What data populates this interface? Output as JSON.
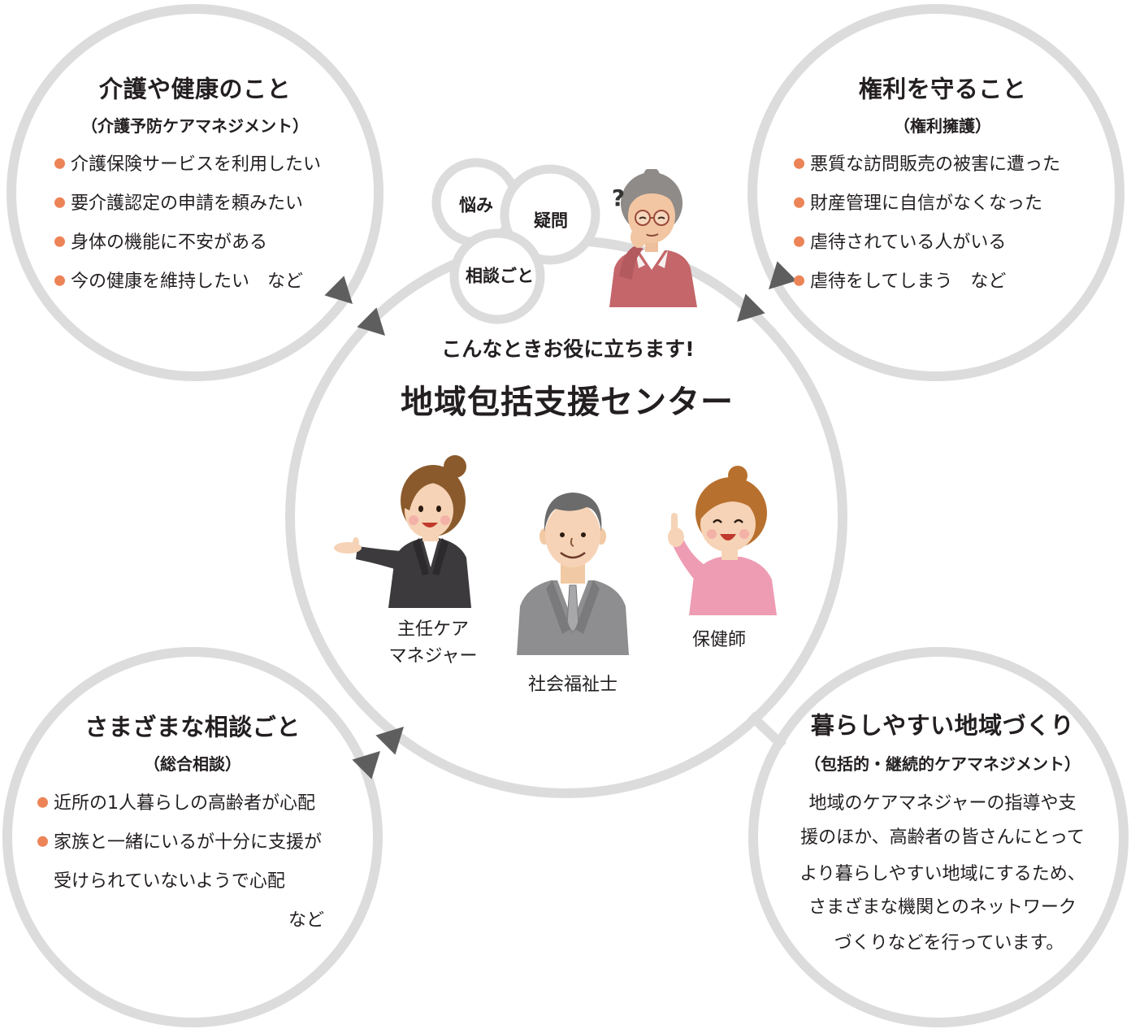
{
  "colors": {
    "ring": "#dcdcdc",
    "bullet": "#ec8457",
    "arrow": "#5e5e5e",
    "text": "#231f20"
  },
  "care_health": {
    "title": "介護や健康のこと",
    "subtitle": "（介護予防ケアマネジメント）",
    "items": [
      "介護保険サービスを利用したい",
      "要介護認定の申請を頼みたい",
      "身体の機能に不安がある",
      "今の健康を維持したい　など"
    ]
  },
  "rights": {
    "title": "権利を守ること",
    "subtitle": "（権利擁護）",
    "items": [
      "悪質な訪問販売の被害に遭った",
      "財産管理に自信がなくなった",
      "虐待されている人がいる",
      "虐待をしてしまう　など"
    ]
  },
  "consultation": {
    "title": "さまざまな相談ごと",
    "subtitle": "（総合相談）",
    "items": [
      "近所の1人暮らしの高齢者が心配",
      "家族と一緒にいるが十分に支援が"
    ],
    "continuation": "受けられていないようで心配",
    "etc": "など"
  },
  "community": {
    "title": "暮らしやすい地域づくり",
    "subtitle": "（包括的・継続的ケアマネジメント）",
    "lines": [
      "地域のケアマネジャーの指導や支",
      "援のほか、高齢者の皆さんにとって",
      "より暮らしやすい地域にするため、",
      "さまざまな機関とのネットワーク",
      "づくりなどを行っています。"
    ]
  },
  "center": {
    "bubbles": [
      "悩み",
      "疑問",
      "相談ごと"
    ],
    "question_mark": "?",
    "tagline": "こんなときお役に立ちます!",
    "title": "地域包括支援センター",
    "staff": {
      "care_manager": [
        "主任ケア",
        "マネジャー"
      ],
      "social_worker": "社会福祉士",
      "public_health_nurse": "保健師"
    }
  }
}
